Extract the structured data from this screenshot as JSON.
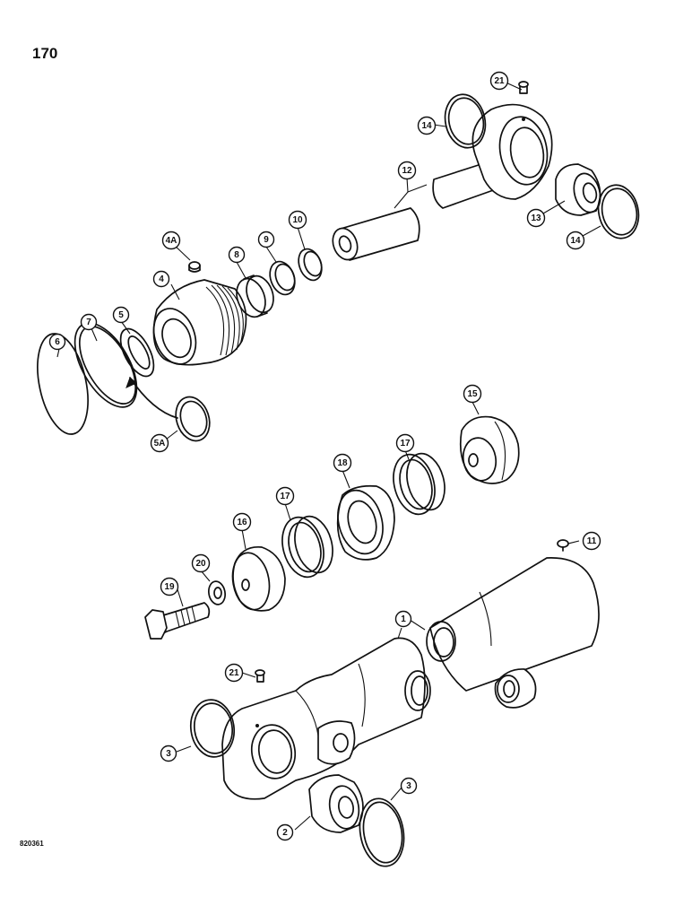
{
  "page": {
    "number": "170",
    "figure_id": "820361"
  },
  "callouts": [
    {
      "id": "1",
      "label": "1"
    },
    {
      "id": "2",
      "label": "2"
    },
    {
      "id": "3a",
      "label": "3"
    },
    {
      "id": "3b",
      "label": "3"
    },
    {
      "id": "4",
      "label": "4"
    },
    {
      "id": "4A",
      "label": "4A"
    },
    {
      "id": "5",
      "label": "5"
    },
    {
      "id": "5A",
      "label": "5A"
    },
    {
      "id": "6",
      "label": "6"
    },
    {
      "id": "7",
      "label": "7"
    },
    {
      "id": "8",
      "label": "8"
    },
    {
      "id": "9",
      "label": "9"
    },
    {
      "id": "10",
      "label": "10"
    },
    {
      "id": "11",
      "label": "11"
    },
    {
      "id": "12",
      "label": "12"
    },
    {
      "id": "13",
      "label": "13"
    },
    {
      "id": "14a",
      "label": "14"
    },
    {
      "id": "14b",
      "label": "14"
    },
    {
      "id": "15",
      "label": "15"
    },
    {
      "id": "16",
      "label": "16"
    },
    {
      "id": "17a",
      "label": "17"
    },
    {
      "id": "17b",
      "label": "17"
    },
    {
      "id": "18",
      "label": "18"
    },
    {
      "id": "19",
      "label": "19"
    },
    {
      "id": "20",
      "label": "20"
    },
    {
      "id": "21a",
      "label": "21"
    },
    {
      "id": "21b",
      "label": "21"
    }
  ]
}
